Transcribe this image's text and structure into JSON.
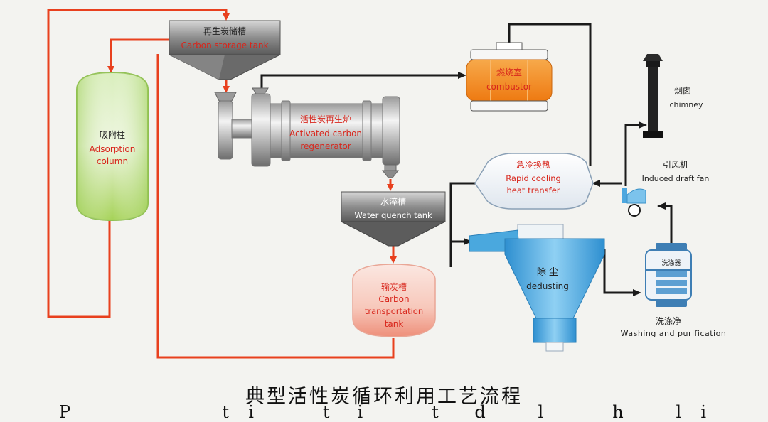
{
  "colors": {
    "process_arrow": "#e8401e",
    "gas_arrow": "#1a1a1a",
    "storage_tank": "#7e7e7e",
    "adsorption_column": "#b7dd6f",
    "combustor": "#f28a1c",
    "dedusting": "#44a9df",
    "transport_tank": "#f2a493"
  },
  "carbon_storage_tank": {
    "zh": "再生炭储槽",
    "en": "Carbon storage tank"
  },
  "adsorption_column": {
    "zh": "吸附柱",
    "en_line1": "Adsorption",
    "en_line2": "column"
  },
  "regenerator": {
    "zh": "活性炭再生炉",
    "en_line1": "Activated carbon",
    "en_line2": "regenerator"
  },
  "combustor": {
    "zh": "燃烧室",
    "en": "combustor"
  },
  "chimney": {
    "zh": "烟囱",
    "en": "chimney"
  },
  "rapid_cooling": {
    "zh": "急冷换热",
    "en_line1": "Rapid cooling",
    "en_line2": "heat transfer"
  },
  "draft_fan": {
    "zh": "引风机",
    "en": "Induced draft fan"
  },
  "water_quench_tank": {
    "zh": "水淬槽",
    "en": "Water quench tank"
  },
  "dedusting": {
    "zh": "除 尘",
    "en": "dedusting"
  },
  "washer": {
    "plate": "洗涤器",
    "zh": "洗涤净",
    "en": "Washing and purification"
  },
  "carbon_transport_tank": {
    "zh": "输炭槽",
    "en_line1": "Carbon",
    "en_line2": "transportation",
    "en_line3": "tank"
  },
  "caption": {
    "zh": "典型活性炭循环利用工艺流程",
    "en_partial": "P                  t  i        t   i        t    d      l        h      l  i"
  }
}
